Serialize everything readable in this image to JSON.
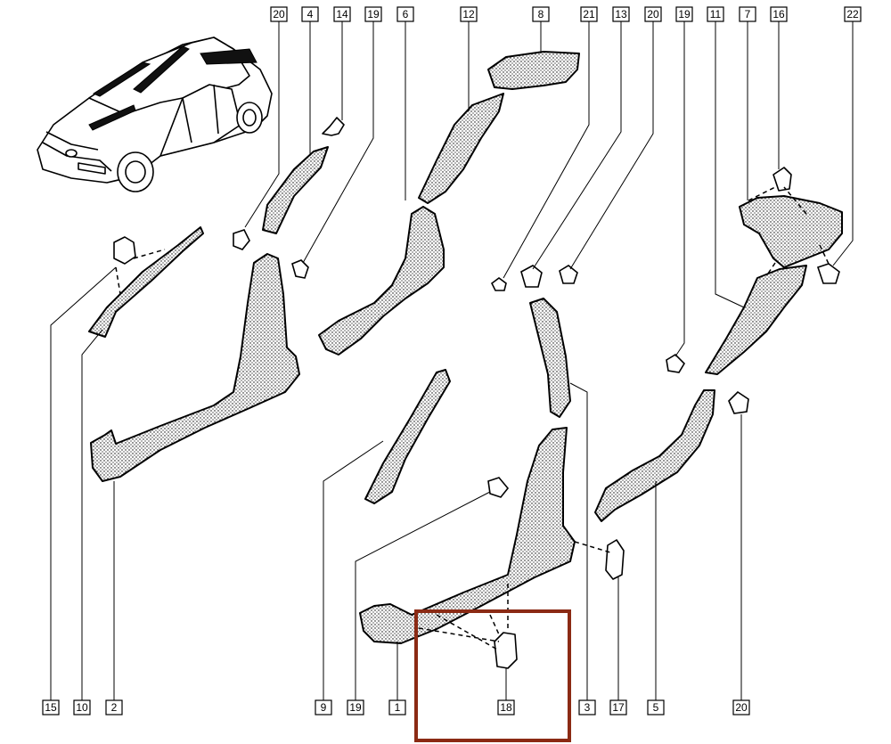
{
  "diagram": {
    "callouts_top": [
      "20",
      "4",
      "14",
      "19",
      "6",
      "12",
      "8",
      "21",
      "13",
      "20",
      "19",
      "11",
      "7",
      "16",
      "22"
    ],
    "callouts_bottom": [
      "15",
      "10",
      "2",
      "9",
      "19",
      "1",
      "18",
      "3",
      "17",
      "5",
      "20"
    ],
    "highlight": {
      "target_label": "18",
      "color": "#8b2a14"
    }
  }
}
